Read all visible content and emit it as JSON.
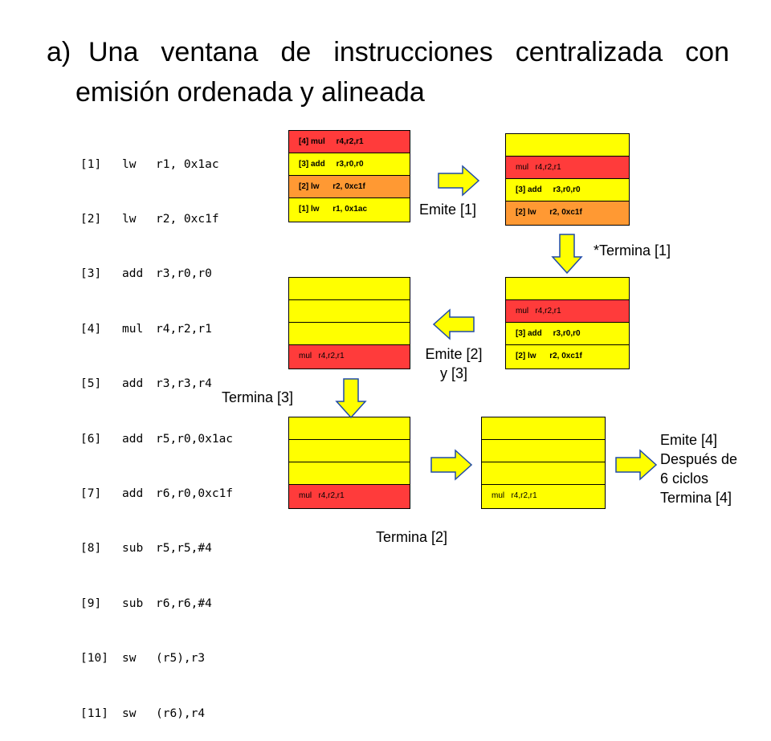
{
  "title": {
    "marker": "a)",
    "line1": "Una ventana de instrucciones centralizada con",
    "line2": "emisión ordenada y alineada"
  },
  "code": [
    {
      "num": "[1]",
      "op": "lw",
      "args": "r1, 0x1ac"
    },
    {
      "num": "[2]",
      "op": "lw",
      "args": "r2, 0xc1f"
    },
    {
      "num": "[3]",
      "op": "add",
      "args": "r3,r0,r0"
    },
    {
      "num": "[4]",
      "op": "mul",
      "args": "r4,r2,r1"
    },
    {
      "num": "[5]",
      "op": "add",
      "args": "r3,r3,r4"
    },
    {
      "num": "[6]",
      "op": "add",
      "args": "r5,r0,0x1ac"
    },
    {
      "num": "[7]",
      "op": "add",
      "args": "r6,r0,0xc1f"
    },
    {
      "num": "[8]",
      "op": "sub",
      "args": "r5,r5,#4"
    },
    {
      "num": "[9]",
      "op": "sub",
      "args": "r6,r6,#4"
    },
    {
      "num": "[10]",
      "op": "sw",
      "args": "(r5),r3"
    },
    {
      "num": "[11]",
      "op": "sw",
      "args": "(r6),r4"
    }
  ],
  "windows": {
    "w1": [
      "[4] mul     r4,r2,r1",
      "[3] add     r3,r0,r0",
      "[2] lw      r2, 0xc1f",
      "[1] lw      r1, 0x1ac"
    ],
    "w2": [
      "",
      "mul   r4,r2,r1",
      "[3] add     r3,r0,r0",
      "[2] lw      r2, 0xc1f"
    ],
    "w3": [
      "",
      "mul   r4,r2,r1",
      "[3] add     r3,r0,r0",
      "[2] lw      r2, 0xc1f"
    ],
    "w4": [
      "",
      "",
      "",
      "mul   r4,r2,r1"
    ],
    "w5": [
      "",
      "",
      "",
      "mul   r4,r2,r1"
    ],
    "w6": [
      "",
      "",
      "",
      "mul   r4,r2,r1"
    ]
  },
  "labels": {
    "emite1": "Emite [1]",
    "termina1": "*Termina [1]",
    "emite23_a": "Emite [2]",
    "emite23_b": "y [3]",
    "termina3": "Termina [3]",
    "termina2": "Termina [2]",
    "final": [
      "Emite [4]",
      "Después de",
      "6 ciclos",
      "Termina [4]"
    ]
  },
  "colors": {
    "slot_yellow": "#ffff00",
    "slot_red": "#ff3b3b",
    "slot_orange": "#ff9933",
    "arrow_fill": "#ffff00",
    "arrow_stroke": "#1f4aa8"
  }
}
